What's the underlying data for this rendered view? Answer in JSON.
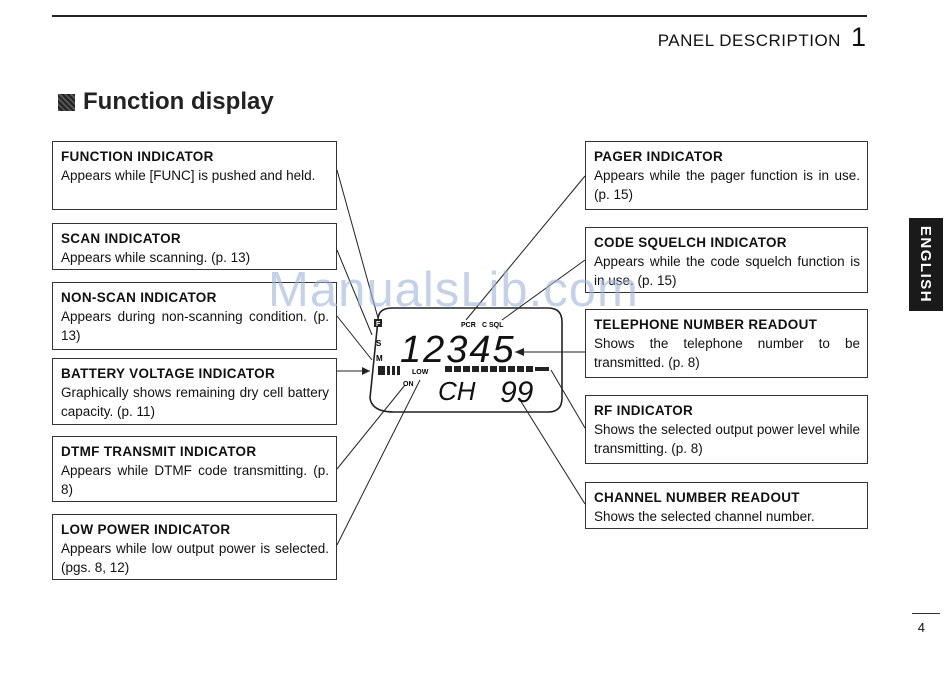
{
  "header": {
    "title": "PANEL DESCRIPTION",
    "chapter": "1"
  },
  "section_title": "Function display",
  "side_tab": "ENGLISH",
  "page_number": "4",
  "watermark": "ManualsLib.com",
  "left_boxes": [
    {
      "title": "FUNCTION INDICATOR",
      "body": "Appears while [FUNC] is pushed and held."
    },
    {
      "title": "SCAN INDICATOR",
      "body": "Appears while scanning. (p. 13)"
    },
    {
      "title": "NON-SCAN INDICATOR",
      "body": "Appears during non-scanning condition. (p. 13)"
    },
    {
      "title": "BATTERY VOLTAGE INDICATOR",
      "body": "Graphically shows remaining dry cell battery capacity. (p. 11)"
    },
    {
      "title": "DTMF TRANSMIT INDICATOR",
      "body": "Appears while DTMF code transmitting. (p. 8)"
    },
    {
      "title": "LOW POWER INDICATOR",
      "body": "Appears while low output power is selected. (pgs. 8, 12)"
    }
  ],
  "right_boxes": [
    {
      "title": "PAGER INDICATOR",
      "body": "Appears while the pager function is in use. (p. 15)"
    },
    {
      "title": "CODE SQUELCH INDICATOR",
      "body": "Appears while the code squelch function is in use. (p. 15)"
    },
    {
      "title": "TELEPHONE NUMBER READOUT",
      "body": "Shows the telephone number to be transmitted. (p. 8)"
    },
    {
      "title": "RF INDICATOR",
      "body": "Shows the selected output power level while transmitting. (p. 8)"
    },
    {
      "title": "CHANNEL NUMBER READOUT",
      "body": "Shows the selected channel number."
    }
  ],
  "display": {
    "func_mark": "F",
    "scan_mark": "S",
    "nonscan_mark": "M",
    "pager_label": "PCR",
    "csql_label": "C SQL",
    "telephone_digits": "12345",
    "low_label": "LOW",
    "on_label": "ON",
    "channel_label": "CH",
    "channel_digits": "99"
  }
}
